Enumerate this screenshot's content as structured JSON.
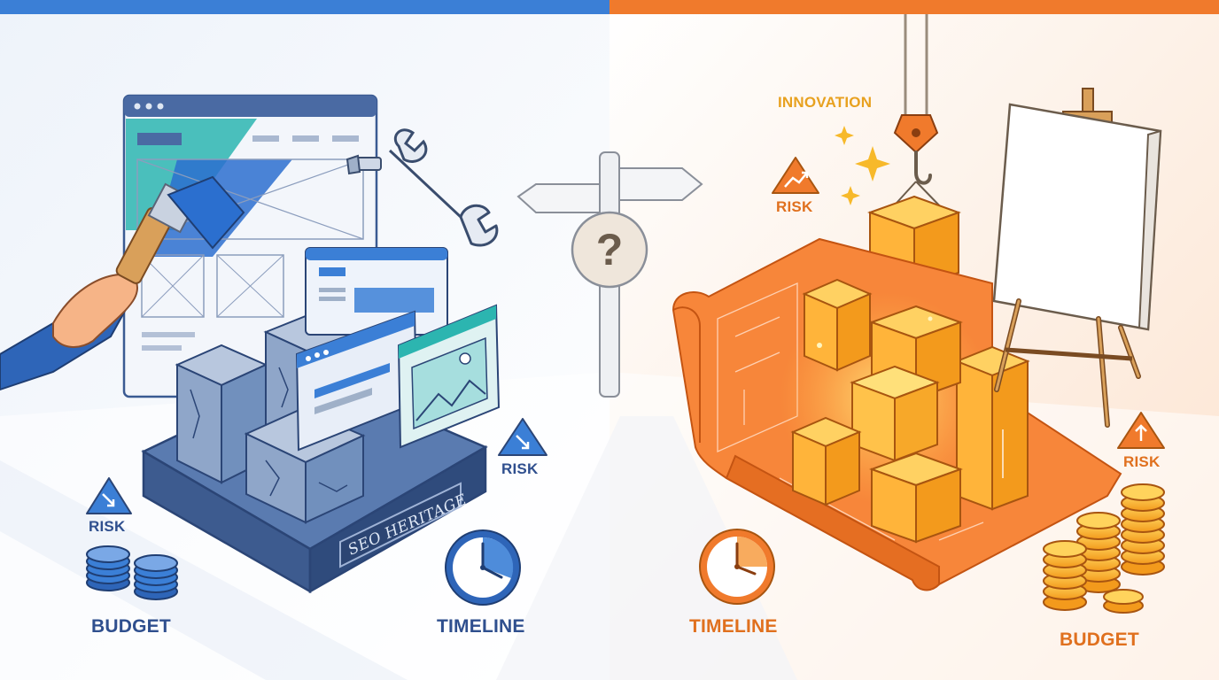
{
  "left": {
    "plaque_text": "SEO HERITAGE",
    "risk_label": "RISK",
    "risk_label_2": "RISK",
    "budget_label": "BUDGET",
    "timeline_label": "TIMELINE"
  },
  "right": {
    "innovation_label": "INNOVATION",
    "risk_label": "RISK",
    "risk_label_2": "RISK",
    "timeline_label": "TIMELINE",
    "budget_label": "BUDGET"
  },
  "center": {
    "question_mark": "?"
  },
  "colors": {
    "blue_accent": "#3b7fd6",
    "orange_accent": "#f07a2c",
    "navy_text": "#2f4f8e",
    "orange_text": "#e0701e"
  }
}
